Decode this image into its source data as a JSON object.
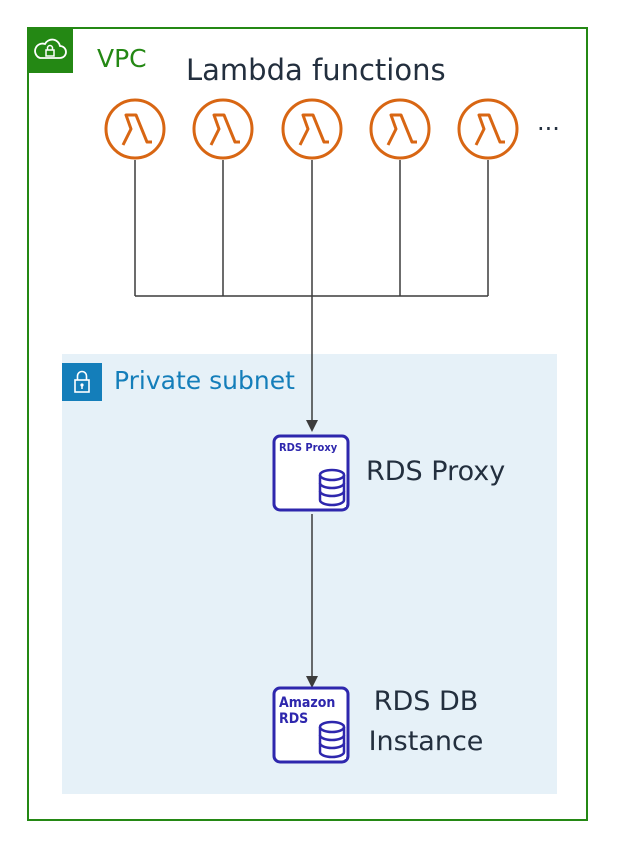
{
  "vpc": {
    "label": "VPC",
    "icon": "cloud-lock-icon",
    "color": "#248814"
  },
  "lambda_group": {
    "title": "Lambda functions",
    "icon": "lambda-icon",
    "color": "#d86613",
    "ellipsis": "...",
    "count": 5
  },
  "subnet": {
    "label": "Private subnet",
    "icon": "padlock-icon",
    "color": "#147eba",
    "background": "#e6f1f8"
  },
  "rds_proxy": {
    "icon_text": "RDS Proxy",
    "caption": "RDS Proxy",
    "icon": "database-icon",
    "color": "#2e27ad"
  },
  "rds_db": {
    "icon_text_line1": "Amazon",
    "icon_text_line2": "RDS",
    "caption_line1": "RDS DB",
    "caption_line2": "Instance",
    "icon": "database-icon",
    "color": "#2e27ad"
  }
}
